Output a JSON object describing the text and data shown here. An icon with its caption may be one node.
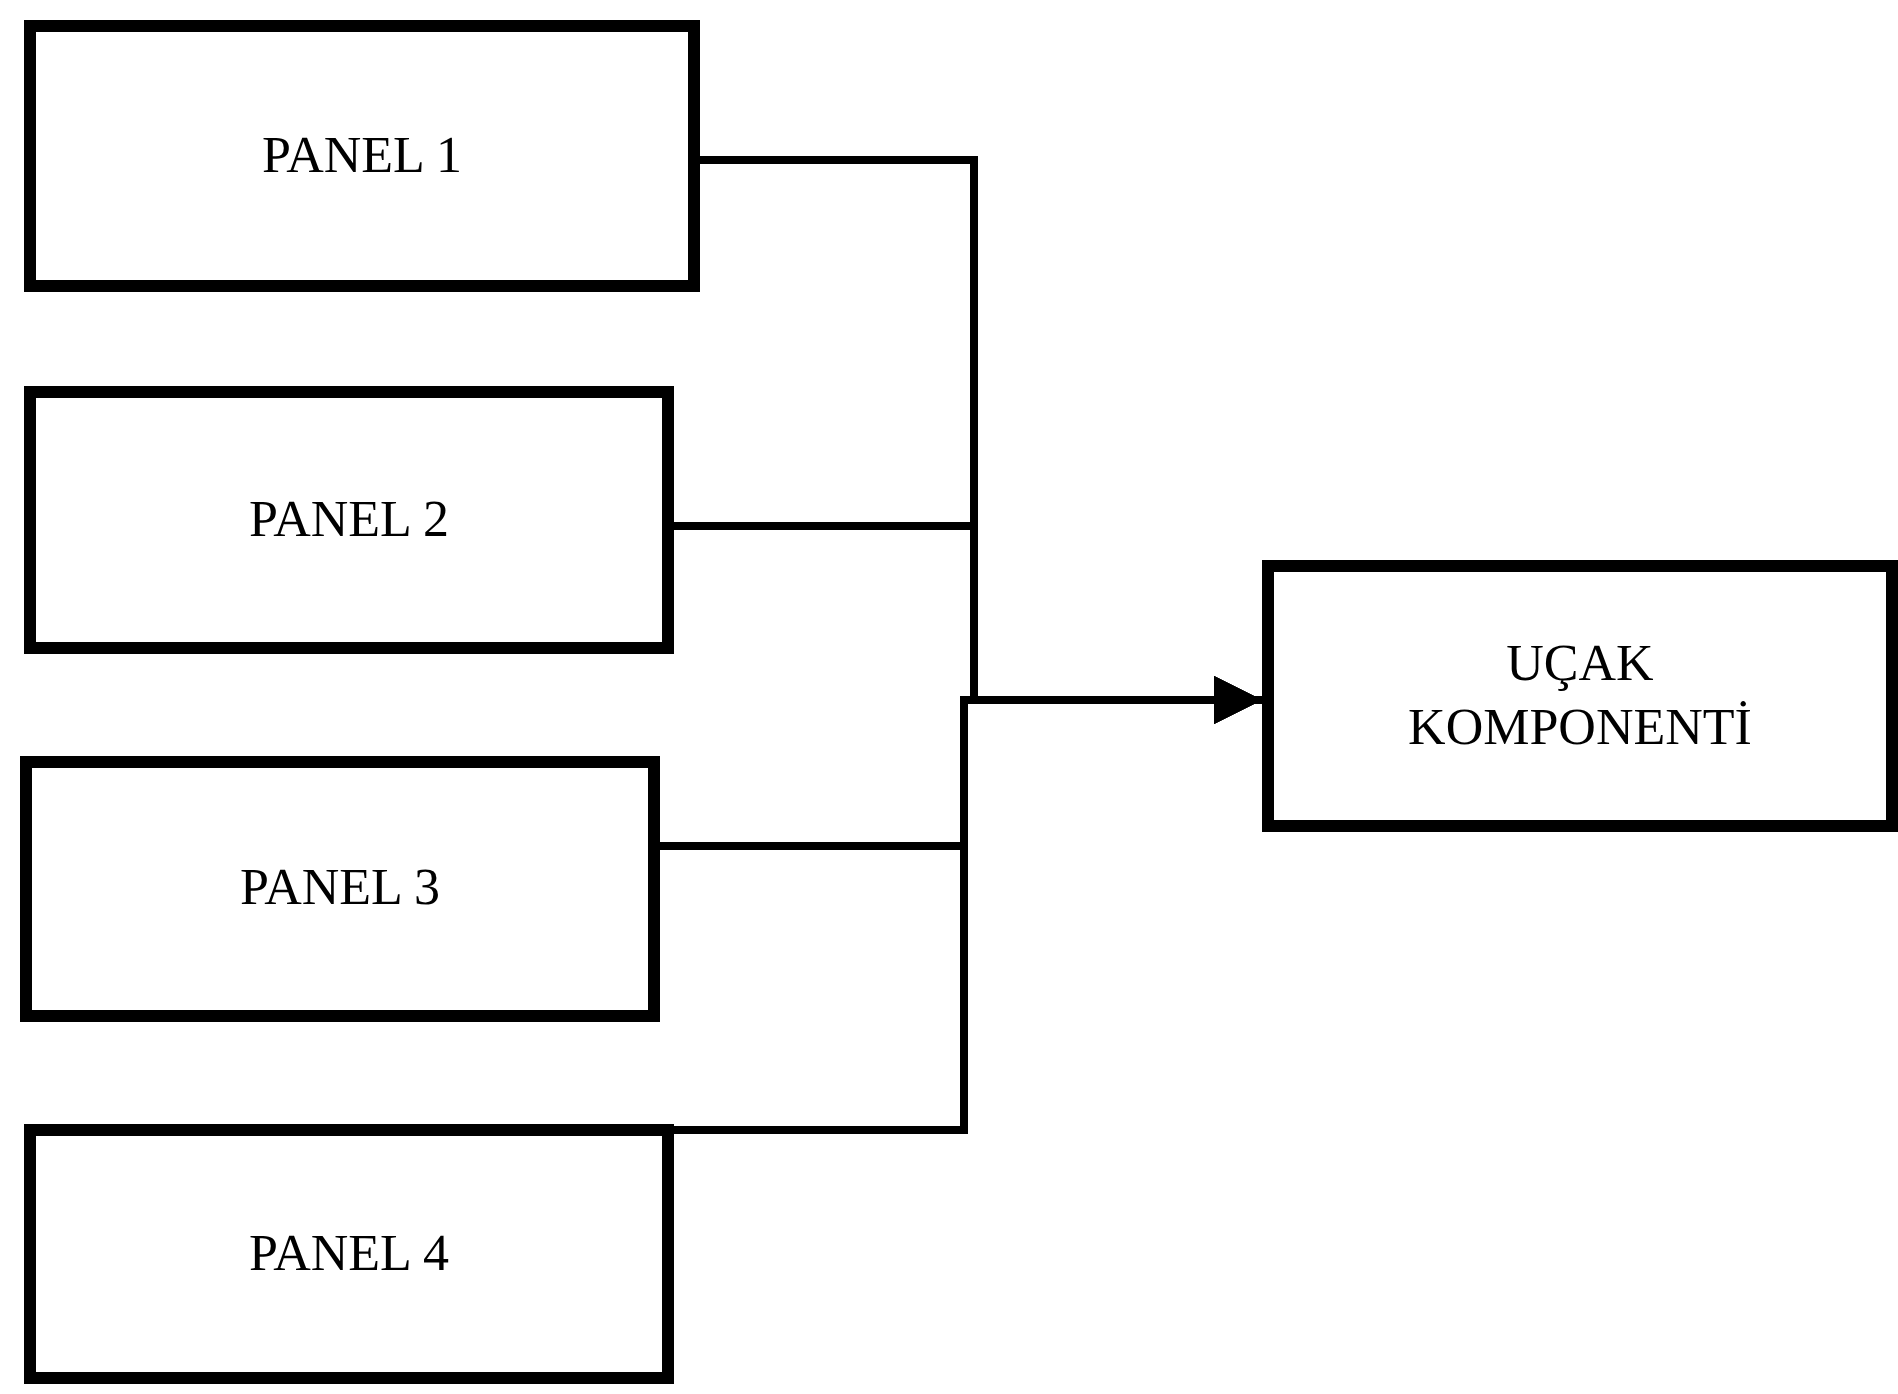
{
  "diagram": {
    "nodes": [
      {
        "text": [
          "PANEL 1"
        ]
      },
      {
        "text": [
          "PANEL 2"
        ]
      },
      {
        "text": [
          "PANEL 3"
        ]
      },
      {
        "text": [
          "PANEL 4"
        ]
      },
      {
        "text": [
          "UÇAK KOMPONENTİ"
        ]
      }
    ],
    "edges": [
      {
        "from": 0,
        "to": 4,
        "arrow": "to"
      },
      {
        "from": 1,
        "to": 4,
        "arrow": "to"
      },
      {
        "from": 2,
        "to": 4,
        "arrow": "to"
      },
      {
        "from": 3,
        "to": 4,
        "arrow": "to"
      }
    ]
  }
}
